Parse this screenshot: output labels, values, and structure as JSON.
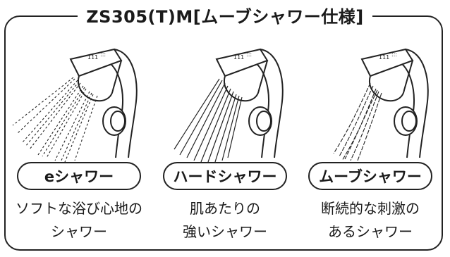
{
  "title": "ZS305(T)M[ムーブシャワー仕様]",
  "modes": [
    {
      "label": "eシャワー",
      "desc_line1": "ソフトな浴び心地の",
      "desc_line2": "シャワー",
      "icon": "showerhead-soft-spray-icon"
    },
    {
      "label": "ハードシャワー",
      "desc_line1": "肌あたりの",
      "desc_line2": "強いシャワー",
      "icon": "showerhead-hard-spray-icon"
    },
    {
      "label": "ムーブシャワー",
      "desc_line1": "断続的な刺激の",
      "desc_line2": "あるシャワー",
      "icon": "showerhead-move-spray-icon"
    }
  ],
  "colors": {
    "line": "#222222",
    "background": "#ffffff"
  }
}
